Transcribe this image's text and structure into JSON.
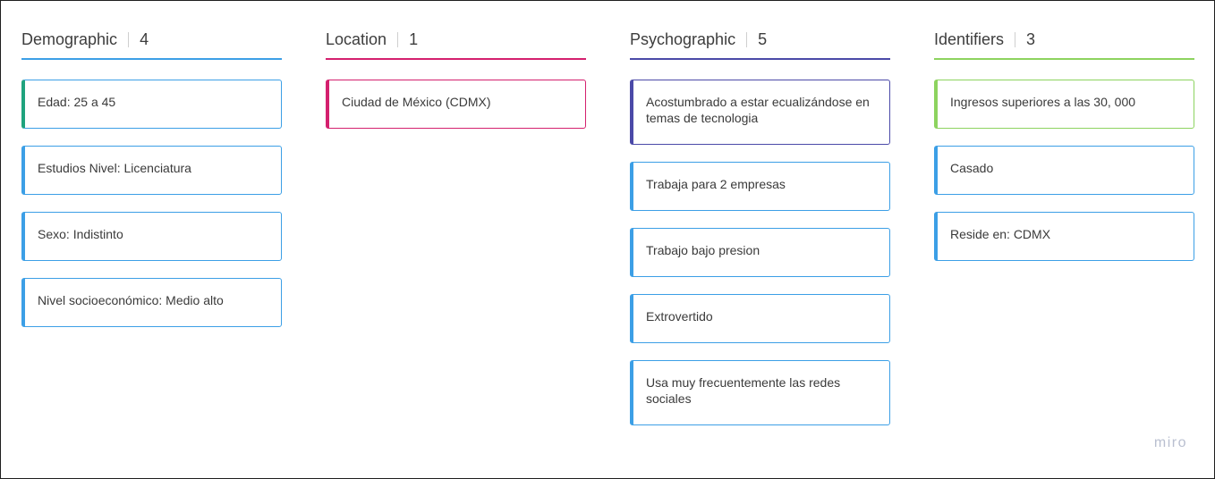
{
  "colors": {
    "demographic": "#1fa37e",
    "location": "#d4206e",
    "psychographic": "#4b4aa8",
    "identifiers": "#8dd35f",
    "card_default": "#3c9fe6",
    "header_line": "#3c9fe6"
  },
  "columns": [
    {
      "title": "Demographic",
      "count": "4",
      "accent": "#3c9fe6",
      "cards": [
        {
          "text": "Edad: 25 a 45",
          "color": "#1fa37e"
        },
        {
          "text": "Estudios Nivel: Licenciatura",
          "color": "#3c9fe6"
        },
        {
          "text": "Sexo: Indistinto",
          "color": "#3c9fe6"
        },
        {
          "text": "Nivel socioeconómico: Medio alto",
          "color": "#3c9fe6"
        }
      ]
    },
    {
      "title": "Location",
      "count": "1",
      "accent": "#d4206e",
      "cards": [
        {
          "text": "Ciudad de México (CDMX)",
          "color": "#d4206e"
        }
      ]
    },
    {
      "title": "Psychographic",
      "count": "5",
      "accent": "#4b4aa8",
      "cards": [
        {
          "text": "Acostumbrado a estar ecualizándose en temas de tecnologia",
          "color": "#4b4aa8"
        },
        {
          "text": "Trabaja para 2 empresas",
          "color": "#3c9fe6"
        },
        {
          "text": "Trabajo bajo presion",
          "color": "#3c9fe6"
        },
        {
          "text": "Extrovertido",
          "color": "#3c9fe6"
        },
        {
          "text": "Usa muy frecuentemente las redes sociales",
          "color": "#3c9fe6"
        }
      ]
    },
    {
      "title": "Identifiers",
      "count": "3",
      "accent": "#8dd35f",
      "cards": [
        {
          "text": "Ingresos superiores a las 30, 000",
          "color": "#8dd35f"
        },
        {
          "text": "Casado",
          "color": "#3c9fe6"
        },
        {
          "text": "Reside en: CDMX",
          "color": "#3c9fe6"
        }
      ]
    }
  ],
  "brand": "miro"
}
